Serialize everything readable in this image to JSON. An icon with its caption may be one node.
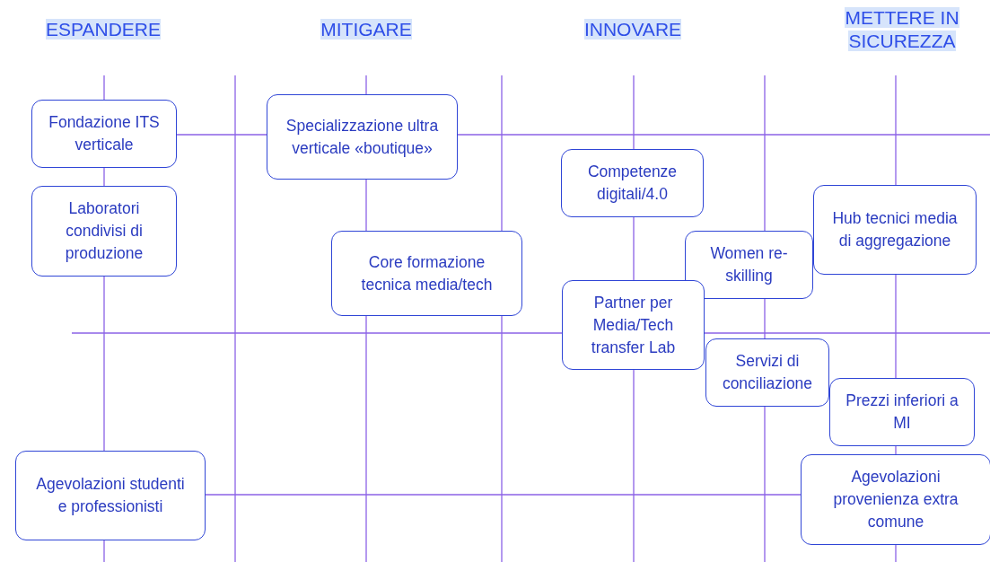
{
  "diagram": {
    "nodes": [
      {
        "text": [
          "Fondazione ITS verticale"
        ]
      },
      {
        "text": [
          "Specializzazione ultra verticale «boutique»"
        ]
      },
      {
        "text": [
          "Competenze digitali/4.0"
        ]
      },
      {
        "text": [
          "Laboratori condivisi di produzione"
        ]
      },
      {
        "text": [
          "Hub tecnici media di aggregazione"
        ]
      },
      {
        "text": [
          "Women re-skilling"
        ]
      },
      {
        "text": [
          "Core formazione tecnica media/tech"
        ]
      },
      {
        "text": [
          "Partner per Media/Tech transfer Lab"
        ]
      },
      {
        "text": [
          "Servizi di conciliazione"
        ]
      },
      {
        "text": [
          "Prezzi inferiori a MI"
        ]
      },
      {
        "text": [
          "Agevolazioni studenti e professionisti"
        ]
      },
      {
        "text": [
          "Agevolazioni provenienza extra comune"
        ]
      }
    ],
    "labels": [
      "ESPANDERE",
      "MITIGARE",
      "INNOVARE",
      "METTERE IN SICUREZZA"
    ]
  }
}
